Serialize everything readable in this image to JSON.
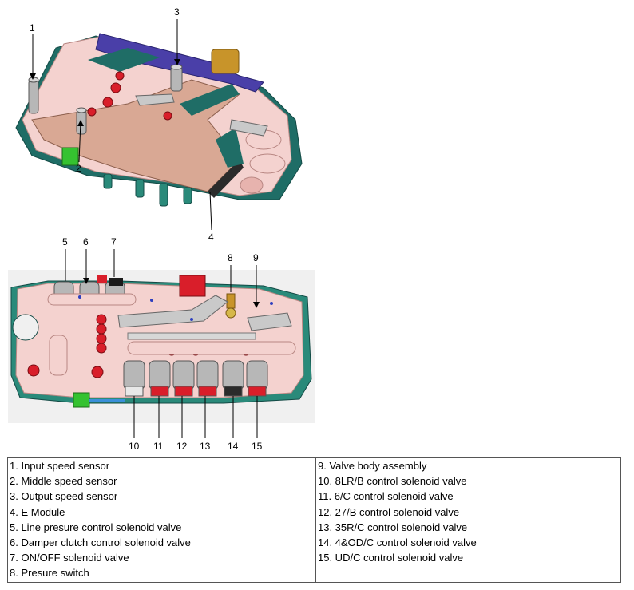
{
  "top_figure": {
    "callouts": [
      "1",
      "2",
      "3",
      "4"
    ]
  },
  "bottom_figure": {
    "callouts": [
      "5",
      "6",
      "7",
      "8",
      "9",
      "10",
      "11",
      "12",
      "13",
      "14",
      "15"
    ]
  },
  "legend": {
    "left": [
      "1. Input speed sensor",
      "2. Middle speed sensor",
      "3. Output speed sensor",
      "4. E Module",
      "5. Line presure control solenoid valve",
      "6. Damper clutch control solenoid valve",
      "7. ON/OFF solenoid valve",
      "8. Presure switch"
    ],
    "right": [
      "9. Valve body assembly",
      "10. 8LR/B control solenoid valve",
      "11. 6/C control solenoid valve",
      "12. 27/B control solenoid valve",
      "13. 35R/C control solenoid valve",
      "14. 4&OD/C control solenoid valve",
      "15. UD/C control solenoid valve"
    ]
  },
  "colors": {
    "valve_body": "#f4d2cf",
    "valve_body_dark": "#e7b3ae",
    "plate_green": "#1f6d66",
    "e_module": "#d9a894",
    "connector_blue": "#4a3fa8",
    "solenoid_red": "#d91e2a",
    "solenoid_gray": "#a9abae",
    "bg_gray": "#f0f0f0"
  }
}
